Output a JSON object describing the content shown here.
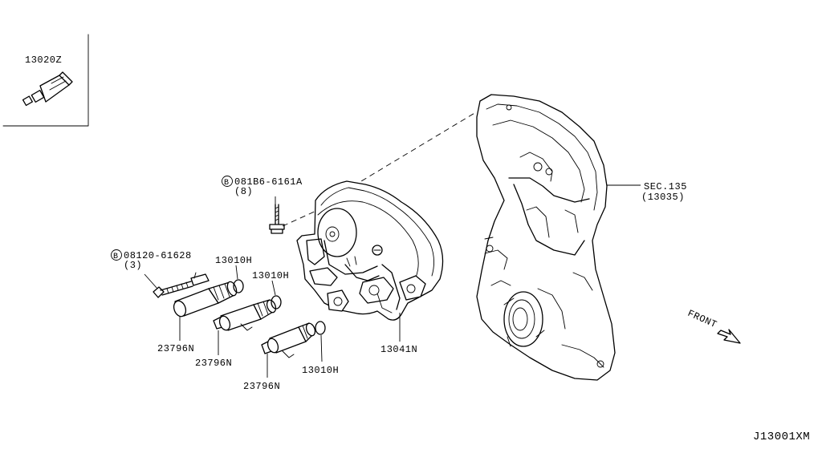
{
  "inset": {
    "part_number": "13020Z"
  },
  "bolts": [
    {
      "badge": "B",
      "part_number": "081B6-6161A",
      "quantity": "(8)"
    },
    {
      "badge": "B",
      "part_number": "08120-61628",
      "quantity": "(3)"
    }
  ],
  "o_rings": [
    "13010H",
    "13010H",
    "13010H"
  ],
  "solenoids": [
    "23796N",
    "23796N",
    "23796N"
  ],
  "front_cover": {
    "part_number": "13041N"
  },
  "section_ref": {
    "label": "SEC.135",
    "sub": "(13035)"
  },
  "direction": {
    "label": "FRONT"
  },
  "diagram_code": "J13001XM"
}
